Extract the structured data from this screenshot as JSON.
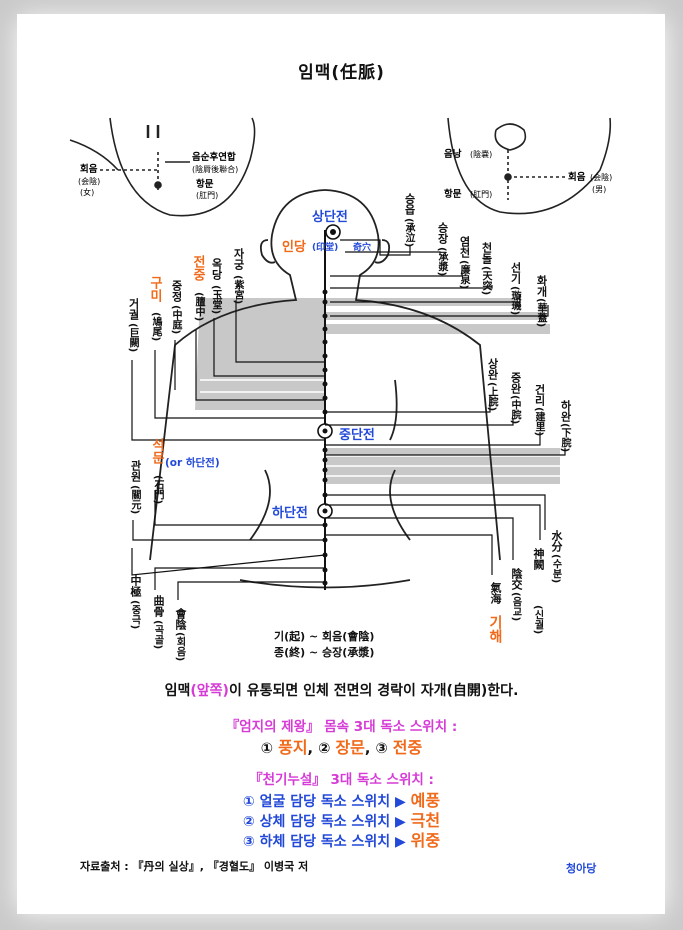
{
  "title": "임맥(任脈)",
  "top_left": {
    "label1": "회음",
    "label1_sub": "(会陰)",
    "label1_sub2": "(女)",
    "label2": "음순후연합",
    "label2_sub": "(陰脣後聯合)",
    "label3": "항문",
    "label3_sub": "(肛門)"
  },
  "top_right": {
    "label1": "음낭",
    "label1_sub": "(陰嚢)",
    "label2": "회음",
    "label2_sub": "(会陰)",
    "label2_sub2": "(男)",
    "label3": "항문",
    "label3_sub": "(肛門)"
  },
  "head": {
    "sangdanjeon": "상단전",
    "indang": "인당",
    "indang_sub": "(印堂)",
    "gihyeol": "奇穴"
  },
  "centers": {
    "jungdanjeon": "중단전",
    "hadanjeon": "하단전",
    "or_hadanjeon": "(or 하단전)"
  },
  "left_points": [
    {
      "name": "구미",
      "hanja": "(鳩尾)",
      "highlight": true
    },
    {
      "name": "전중",
      "hanja": "(膻中)",
      "highlight": true
    },
    {
      "name": "옥당",
      "hanja": "(玉堂)"
    },
    {
      "name": "자궁",
      "hanja": "(紫宮)"
    },
    {
      "name": "중정",
      "hanja": "(中庭)"
    },
    {
      "name": "거궐",
      "hanja": "(巨闕)"
    },
    {
      "name": "석문",
      "hanja": "(石門)",
      "highlight": true
    },
    {
      "name": "관원",
      "hanja": "(關元)"
    },
    {
      "name": "中極",
      "hanja": "(중극)"
    },
    {
      "name": "曲骨",
      "hanja": "(곡골)"
    },
    {
      "name": "會陰",
      "hanja": "(회음)"
    }
  ],
  "right_points": [
    {
      "name": "승읍",
      "hanja": "(承泣)"
    },
    {
      "name": "승장",
      "hanja": "(承漿)"
    },
    {
      "name": "염천",
      "hanja": "(廉泉)"
    },
    {
      "name": "천돌",
      "hanja": "(天突)"
    },
    {
      "name": "선기",
      "hanja": "(璇璣)"
    },
    {
      "name": "화개",
      "hanja": "(華蓋)"
    },
    {
      "name": "상완",
      "hanja": "(上脘)"
    },
    {
      "name": "중완",
      "hanja": "(中脘)"
    },
    {
      "name": "건리",
      "hanja": "(建里)"
    },
    {
      "name": "하완",
      "hanja": "(下脘)"
    },
    {
      "name": "水分",
      "hanja": "(수분)"
    },
    {
      "name": "神闕",
      "hanja": "(신궐)"
    },
    {
      "name": "陰交",
      "hanja": "(음교)"
    },
    {
      "name": "氣海",
      "hanja": "기해",
      "highlight": true
    }
  ],
  "legend": {
    "line1": "기(起) ~ 회음(會陰)",
    "line2": "종(終) ~ 승장(承漿)"
  },
  "caption": {
    "line1_a": "임맥",
    "line1_b": "(앞쪽)",
    "line1_c": "이 유통되면 인체 전면의 경락이 자개(自開)한다.",
    "line2": "『엄지의 제왕』 몸속 3대 독소 스위치 :",
    "line3_a": "① ",
    "line3_b": "풍지",
    "line3_c": ", ② ",
    "line3_d": "장문",
    "line3_e": ", ③ ",
    "line3_f": "전중",
    "line4": "『천기누설』 3대 독소 스위치 :",
    "line5_a": "① 얼굴 담당 독소 스위치 ▶ ",
    "line5_b": "예풍",
    "line6_a": "② 상체 담당 독소 스위치 ▶ ",
    "line6_b": "극천",
    "line7_a": "③ 하체 담당 독소 스위치 ▶ ",
    "line7_b": "위중"
  },
  "source": "자료출처 : 『丹의 실상』, 『경혈도』 이병국 저",
  "author": "청아당",
  "colors": {
    "orange": "#f06a1a",
    "blue": "#2249d8",
    "magenta": "#d63bd6",
    "band": "#c8c8c8"
  }
}
